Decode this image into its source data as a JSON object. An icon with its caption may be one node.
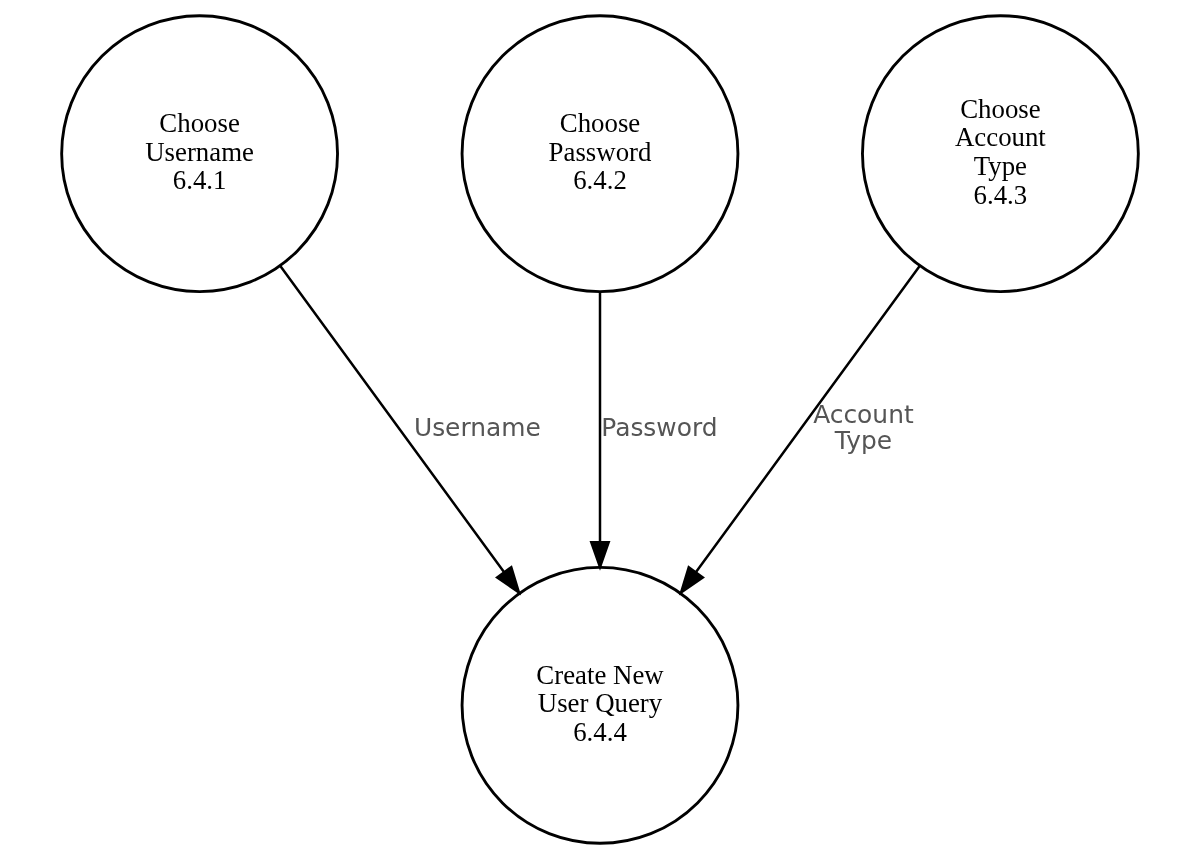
{
  "diagram": {
    "nodes": [
      {
        "text": [
          "Choose Username",
          "6.4.1"
        ]
      },
      {
        "text": [
          "Choose Password",
          "6.4.2"
        ]
      },
      {
        "text": [
          "Choose Account Type",
          "6.4.3"
        ]
      },
      {
        "text": [
          "Create New User Query",
          "6.4.4"
        ]
      }
    ],
    "edges": [
      {
        "from": 0,
        "to": 3,
        "arrow": "to",
        "label": "Username"
      },
      {
        "from": 1,
        "to": 3,
        "arrow": "to",
        "label": "Password"
      },
      {
        "from": 2,
        "to": 3,
        "arrow": "to",
        "label": "Account Type"
      }
    ]
  }
}
